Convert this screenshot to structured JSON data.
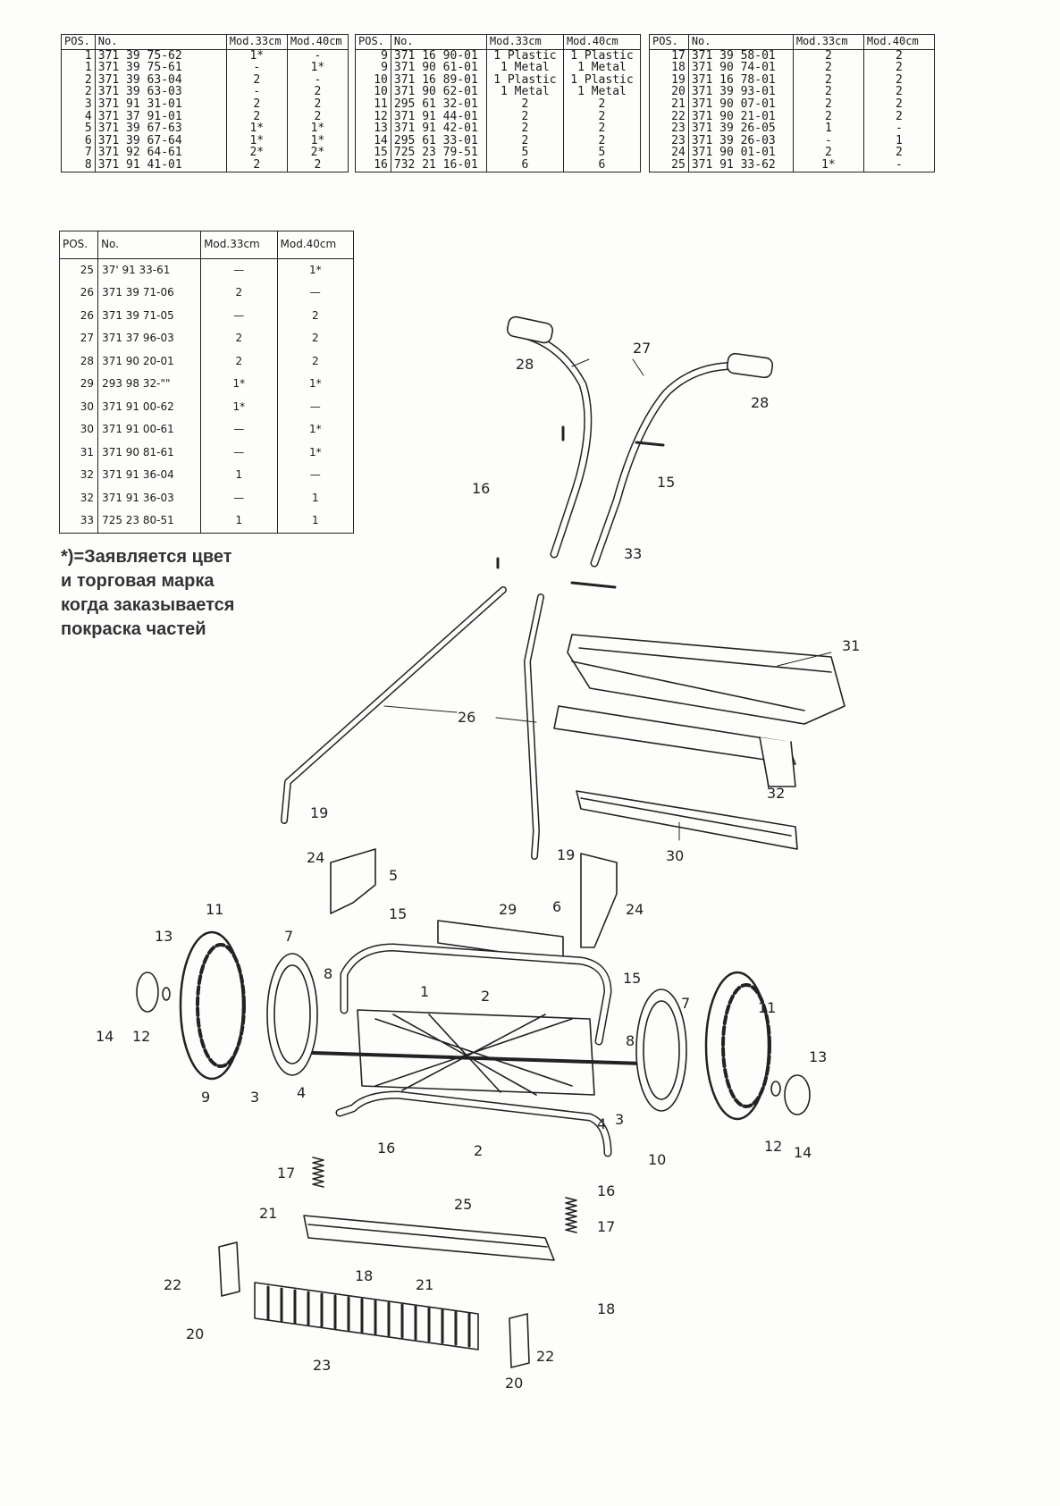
{
  "table_top": {
    "headers": {
      "pos": "POS.",
      "no": "No.",
      "m33": "Mod.33cm",
      "m40": "Mod.40cm"
    },
    "blocks": [
      [
        [
          "1",
          "371 39 75-62",
          "1*",
          "-"
        ],
        [
          "1",
          "371 39 75-61",
          "-",
          "1*"
        ],
        [
          "2",
          "371 39 63-04",
          "2",
          "-"
        ],
        [
          "2",
          "371 39 63-03",
          "-",
          "2"
        ],
        [
          "3",
          "371 91 31-01",
          "2",
          "2"
        ],
        [
          "4",
          "371 37 91-01",
          "2",
          "2"
        ],
        [
          "5",
          "371 39 67-63",
          "1*",
          "1*"
        ],
        [
          "6",
          "371 39 67-64",
          "1*",
          "1*"
        ],
        [
          "7",
          "371 92 64-61",
          "2*",
          "2*"
        ],
        [
          "8",
          "371 91 41-01",
          "2",
          "2"
        ]
      ],
      [
        [
          "9",
          "371 16 90-01",
          "1 Plastic",
          "1 Plastic"
        ],
        [
          "9",
          "371 90 61-01",
          "1 Metal",
          "1 Metal"
        ],
        [
          "10",
          "371 16 89-01",
          "1 Plastic",
          "1 Plastic"
        ],
        [
          "10",
          "371 90 62-01",
          "1 Metal",
          "1 Metal"
        ],
        [
          "11",
          "295 61 32-01",
          "2",
          "2"
        ],
        [
          "12",
          "371 91 44-01",
          "2",
          "2"
        ],
        [
          "13",
          "371 91 42-01",
          "2",
          "2"
        ],
        [
          "14",
          "295 61 33-01",
          "2",
          "2"
        ],
        [
          "15",
          "725 23 79-51",
          "5",
          "5"
        ],
        [
          "16",
          "732 21 16-01",
          "6",
          "6"
        ]
      ],
      [
        [
          "17",
          "371 39 58-01",
          "2",
          "2"
        ],
        [
          "18",
          "371 90 74-01",
          "2",
          "2"
        ],
        [
          "19",
          "371 16 78-01",
          "2",
          "2"
        ],
        [
          "20",
          "371 39 93-01",
          "2",
          "2"
        ],
        [
          "21",
          "371 90 07-01",
          "2",
          "2"
        ],
        [
          "22",
          "371 90 21-01",
          "2",
          "2"
        ],
        [
          "23",
          "371 39 26-05",
          "1",
          "-"
        ],
        [
          "23",
          "371 39 26-03",
          "-",
          "1"
        ],
        [
          "24",
          "371 90 01-01",
          "2",
          "2"
        ],
        [
          "25",
          "371 91 33-62",
          "1*",
          "-"
        ]
      ]
    ]
  },
  "table_second": {
    "headers": {
      "pos": "POS.",
      "no": "No.",
      "m33": "Mod.33cm",
      "m40": "Mod.40cm"
    },
    "rows": [
      [
        "25",
        "37' 91 33-61",
        "—",
        "1*"
      ],
      [
        "26",
        "371 39 71-06",
        "2",
        "—"
      ],
      [
        "26",
        "371 39 71-05",
        "—",
        "2"
      ],
      [
        "27",
        "371 37 96-03",
        "2",
        "2"
      ],
      [
        "28",
        "371 90 20-01",
        "2",
        "2"
      ],
      [
        "29",
        "293 98 32-\"\"",
        "1*",
        "1*"
      ],
      [
        "30",
        "371 91 00-62",
        "1*",
        "—"
      ],
      [
        "30",
        "371 91 00-61",
        "—",
        "1*"
      ],
      [
        "31",
        "371 90 81-61",
        "—",
        "1*"
      ],
      [
        "32",
        "371 91 36-04",
        "1",
        "—"
      ],
      [
        "32",
        "371 91 36-03",
        "—",
        "1"
      ],
      [
        "33",
        "725 23 80-51",
        "1",
        "1"
      ]
    ]
  },
  "note": {
    "lines": [
      "*)=Заявляется цвет",
      "и торговая марка",
      "когда заказывается",
      "покраска частей"
    ]
  },
  "diagram": {
    "labels": [
      "1",
      "2",
      "2",
      "3",
      "3",
      "4",
      "4",
      "5",
      "6",
      "7",
      "7",
      "8",
      "8",
      "9",
      "10",
      "11",
      "11",
      "12",
      "12",
      "13",
      "13",
      "14",
      "14",
      "15",
      "15",
      "15",
      "16",
      "16",
      "16",
      "17",
      "17",
      "18",
      "18",
      "19",
      "19",
      "20",
      "20",
      "21",
      "21",
      "22",
      "22",
      "23",
      "24",
      "24",
      "25",
      "26",
      "27",
      "28",
      "28",
      "29",
      "30",
      "31",
      "32",
      "33"
    ]
  }
}
